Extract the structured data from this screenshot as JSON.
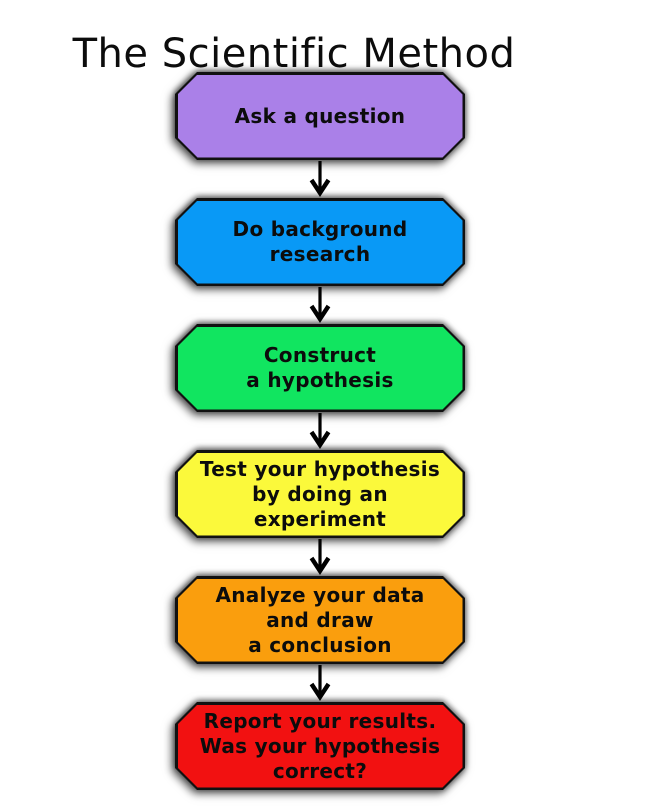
{
  "title": "The Scientific Method",
  "colors": {
    "background": "#FFFFFF",
    "outline": "#111111",
    "text": "#0C0C0C",
    "arrow": "#000000"
  },
  "flow": {
    "connector_icon": "down-arrow",
    "steps": [
      {
        "label": "Ask a question",
        "fill": "#AA80E8"
      },
      {
        "label": "Do background\nresearch",
        "fill": "#0999F6"
      },
      {
        "label": "Construct\na hypothesis",
        "fill": "#11E560"
      },
      {
        "label": "Test your hypothesis\nby doing an\nexperiment",
        "fill": "#FBF93B"
      },
      {
        "label": "Analyze your data\nand draw\na conclusion",
        "fill": "#FA9E0D"
      },
      {
        "label": "Report your results.\nWas your hypothesis\ncorrect?",
        "fill": "#F21111"
      }
    ]
  }
}
